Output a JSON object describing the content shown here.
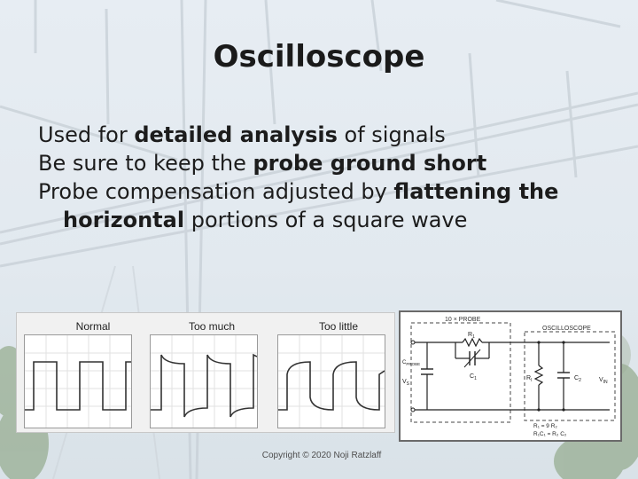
{
  "slide": {
    "title": "Oscilloscope",
    "bullets": [
      {
        "parts": [
          "Used for ",
          "detailed analysis",
          " of signals"
        ]
      },
      {
        "parts": [
          "Be sure to keep the ",
          "probe ground short",
          ""
        ]
      },
      {
        "parts": [
          "Probe compensation adjusted by ",
          "flattening the",
          ""
        ]
      },
      {
        "parts": [
          "",
          "horizontal",
          " portions of a square wave"
        ]
      }
    ]
  },
  "waveforms": {
    "labels": [
      "Normal",
      "Too much",
      "Too little"
    ]
  },
  "schematic": {
    "probe_label": "10 × PROBE",
    "scope_label": "OSCILLOSCOPE",
    "r1": "R",
    "r1_sub": "1",
    "c_probe": "C",
    "c_probe_sub": "PROBE",
    "c1": "C",
    "c1_sub": "1",
    "vs": "V",
    "vs_sub": "S",
    "ri": "R",
    "ri_sub": "I",
    "c2": "C",
    "c2_sub": "2",
    "vin": "V",
    "vin_sub": "IN",
    "eq1": "R₁ = 9 R₂",
    "eq2": "R₁C₁ = R₂ C₂"
  },
  "footer": {
    "copyright": "Copyright © 2020 Noji Ratzlaff"
  }
}
